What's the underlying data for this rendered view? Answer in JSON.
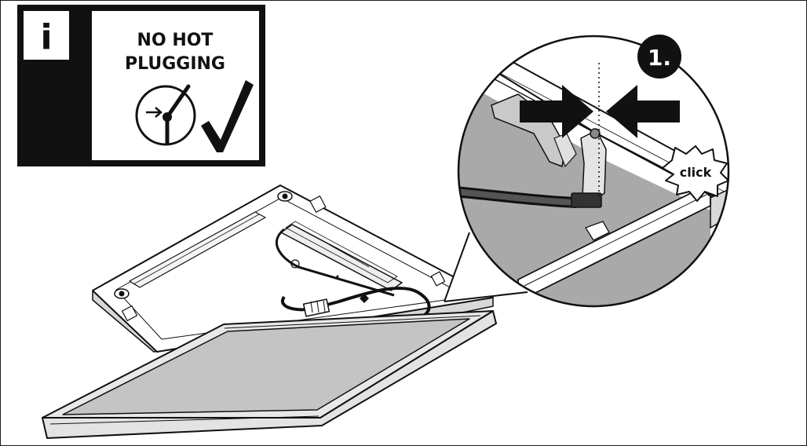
{
  "info_box": {
    "icon_glyph": "i",
    "warning_line_1": "NO HOT",
    "warning_line_2": "PLUGGING"
  },
  "callout": {
    "step_number": "1.",
    "click_label": "click"
  },
  "colors": {
    "ink": "#111111",
    "panel_gray": "#c4c4c4",
    "panel_frame": "#dedede",
    "zoom_bg": "#a9a9a9",
    "white": "#ffffff"
  },
  "icons": {
    "info": "info-icon",
    "power_switch": "power-switch-off-icon",
    "check": "checkmark-icon",
    "arrows": "pinch-arrows-icon"
  }
}
